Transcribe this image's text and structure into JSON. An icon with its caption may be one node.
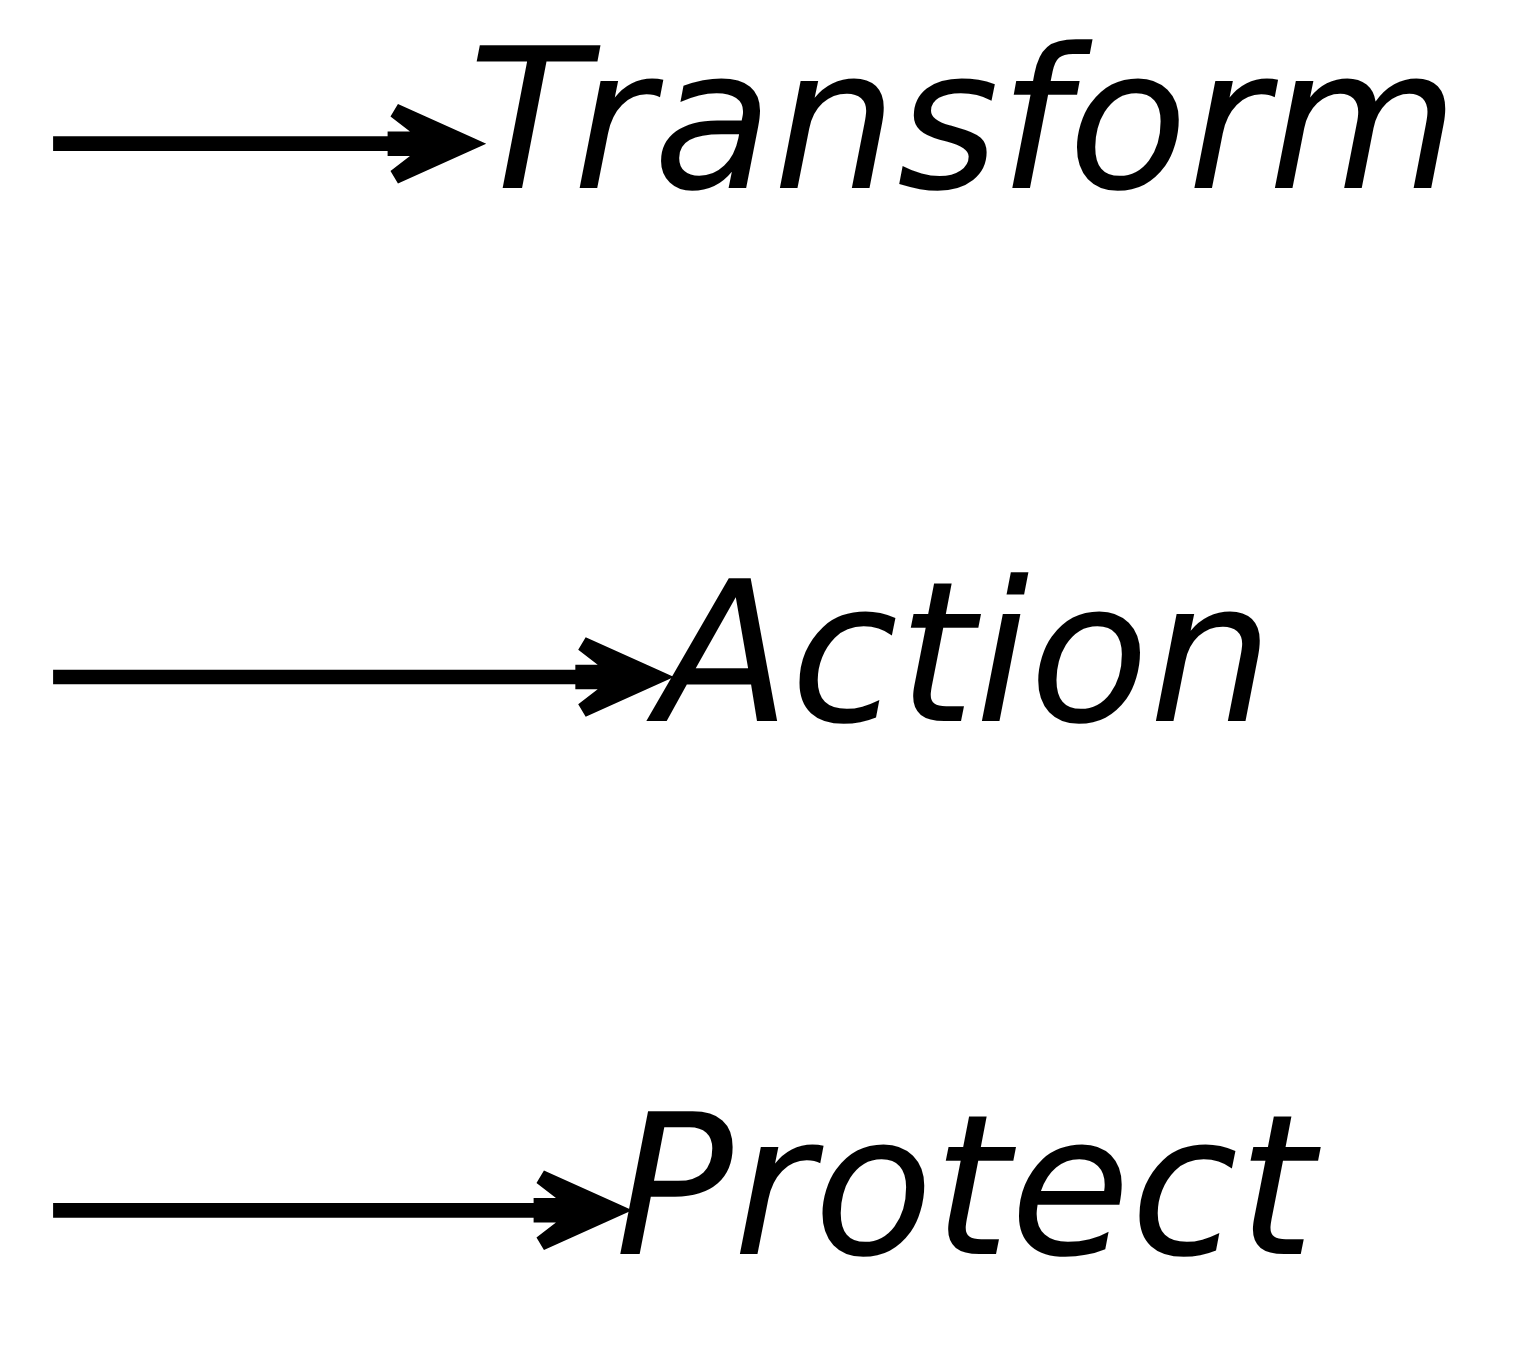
{
  "diagram": {
    "nodes": [
      {
        "text": [
          "Transform"
        ]
      },
      {
        "text": [
          "Action"
        ]
      },
      {
        "text": [
          "Protect"
        ]
      }
    ],
    "edges": [
      {
        "from": null,
        "to": 0,
        "arrow": "to"
      },
      {
        "from": null,
        "to": 1,
        "arrow": "to"
      },
      {
        "from": null,
        "to": 2,
        "arrow": "to"
      }
    ]
  }
}
